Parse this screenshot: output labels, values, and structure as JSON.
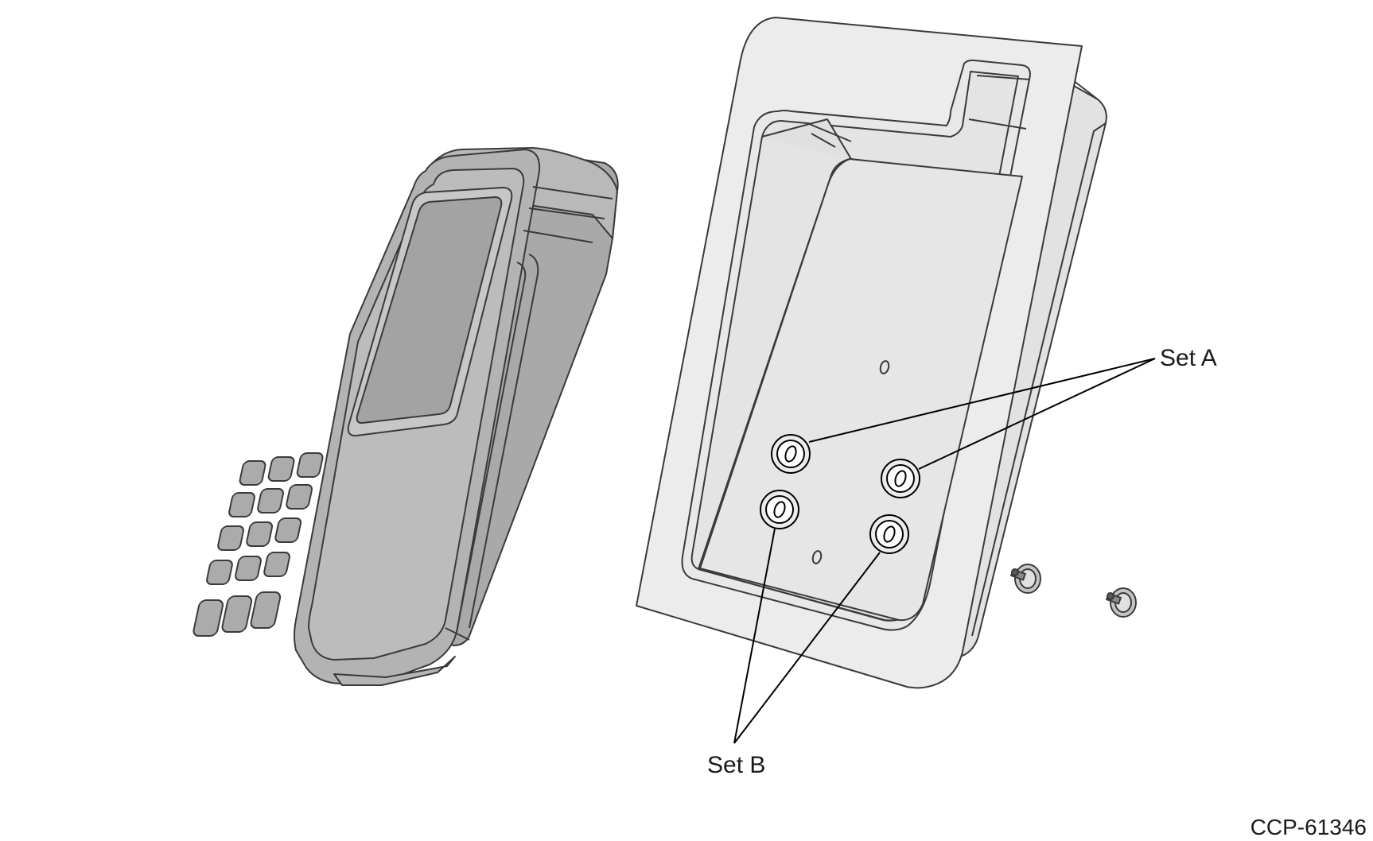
{
  "labels": {
    "set_a": "Set A",
    "set_b": "Set B"
  },
  "figure_id": "CCP-61346",
  "colors": {
    "device_body": "#b1b1b1",
    "device_face": "#c9c9c9",
    "screen": "#a3a3a3",
    "plate": "#ececec",
    "plate_inner": "#e4e4e4",
    "outline": "#3a3a3a",
    "leader": "#000000"
  }
}
